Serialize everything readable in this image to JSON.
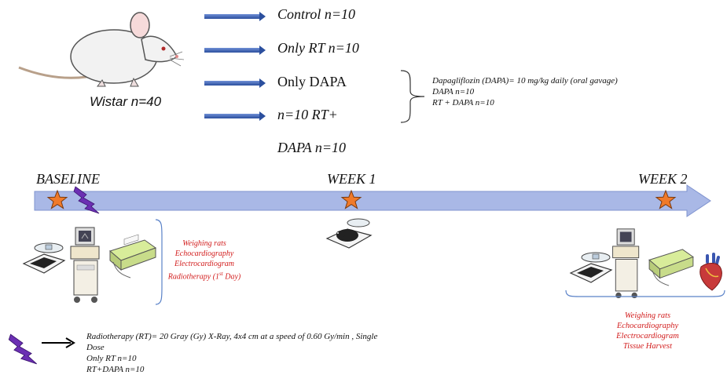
{
  "animal": {
    "label": "Wistar n=40"
  },
  "groups": [
    {
      "label": "Control n=10"
    },
    {
      "label": "Only RT n=10"
    },
    {
      "label": "Only DAPA"
    },
    {
      "label": "n=10 RT+"
    },
    {
      "label": "DAPA n=10"
    }
  ],
  "dapa_note": {
    "line1": "Dapagliflozin (DAPA)= 10 mg/kg daily (oral gavage)",
    "line2": "DAPA n=10",
    "line3": "RT + DAPA n=10"
  },
  "timeline": {
    "baseline": "BASELINE",
    "week1": "WEEK 1",
    "week2": "WEEK 2",
    "colors": {
      "arrow": "#a9b8e6",
      "star": "#f07a2a",
      "bolt": "#6b2fb3",
      "red_text": "#d21d1d"
    }
  },
  "baseline_procedures": {
    "line1": "Weighing rats",
    "line2": "Echocardiography",
    "line3": "Electrocardiogram",
    "line4_main": "Radiotherapy (1",
    "line4_sup": "st",
    "line4_end": " Day)"
  },
  "week2_procedures": {
    "line1": "Weighing rats",
    "line2": "Echocardiography",
    "line3": "Electrocardiogram",
    "line4": "Tissue Harvest"
  },
  "rt_legend": {
    "line1": "Radiotherapy (RT)= 20 Gray (Gy) X-Ray, 4x4 cm at a speed of  0.60 Gy/min , Single",
    "line2": "Dose",
    "line3": "Only RT n=10",
    "line4": "RT+DAPA  n=10"
  },
  "icons": [
    "rat-icon",
    "scale-icon",
    "echocardiograph-icon",
    "ecg-machine-icon",
    "heart-icon",
    "star-icon",
    "lightning-icon"
  ]
}
